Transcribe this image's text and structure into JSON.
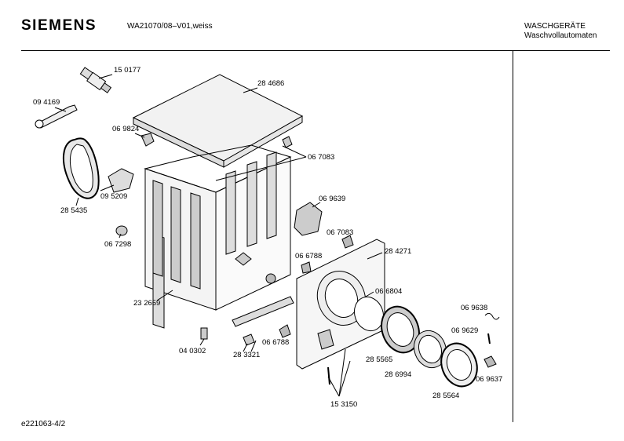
{
  "header": {
    "brand": "SIEMENS",
    "model": "WA21070/08–V01,weiss",
    "category_line1": "WASCHGERÄTE",
    "category_line2": "Waschvollautomaten"
  },
  "footer": {
    "code": "e221063-4/2"
  },
  "parts": {
    "p150177": "15 0177",
    "p094169": "09 4169",
    "p069824": "06 9824",
    "p284686": "28 4686",
    "p285435": "28 5435",
    "p095209": "09 5209",
    "p067083a": "06 7083",
    "p069639": "06 9639",
    "p067298": "06 7298",
    "p067083b": "06 7083",
    "p284271": "28 4271",
    "p066788a": "06 6788",
    "p066804": "06 6804",
    "p232659": "23 2659",
    "p069638": "06 9638",
    "p069629": "06 9629",
    "p040302": "04 0302",
    "p283321": "28 3321",
    "p066788b": "06 6788",
    "p285565": "28 5565",
    "p286994": "28 6994",
    "p069637": "06 9637",
    "p285564": "28 5564",
    "p153150": "15 3150"
  }
}
